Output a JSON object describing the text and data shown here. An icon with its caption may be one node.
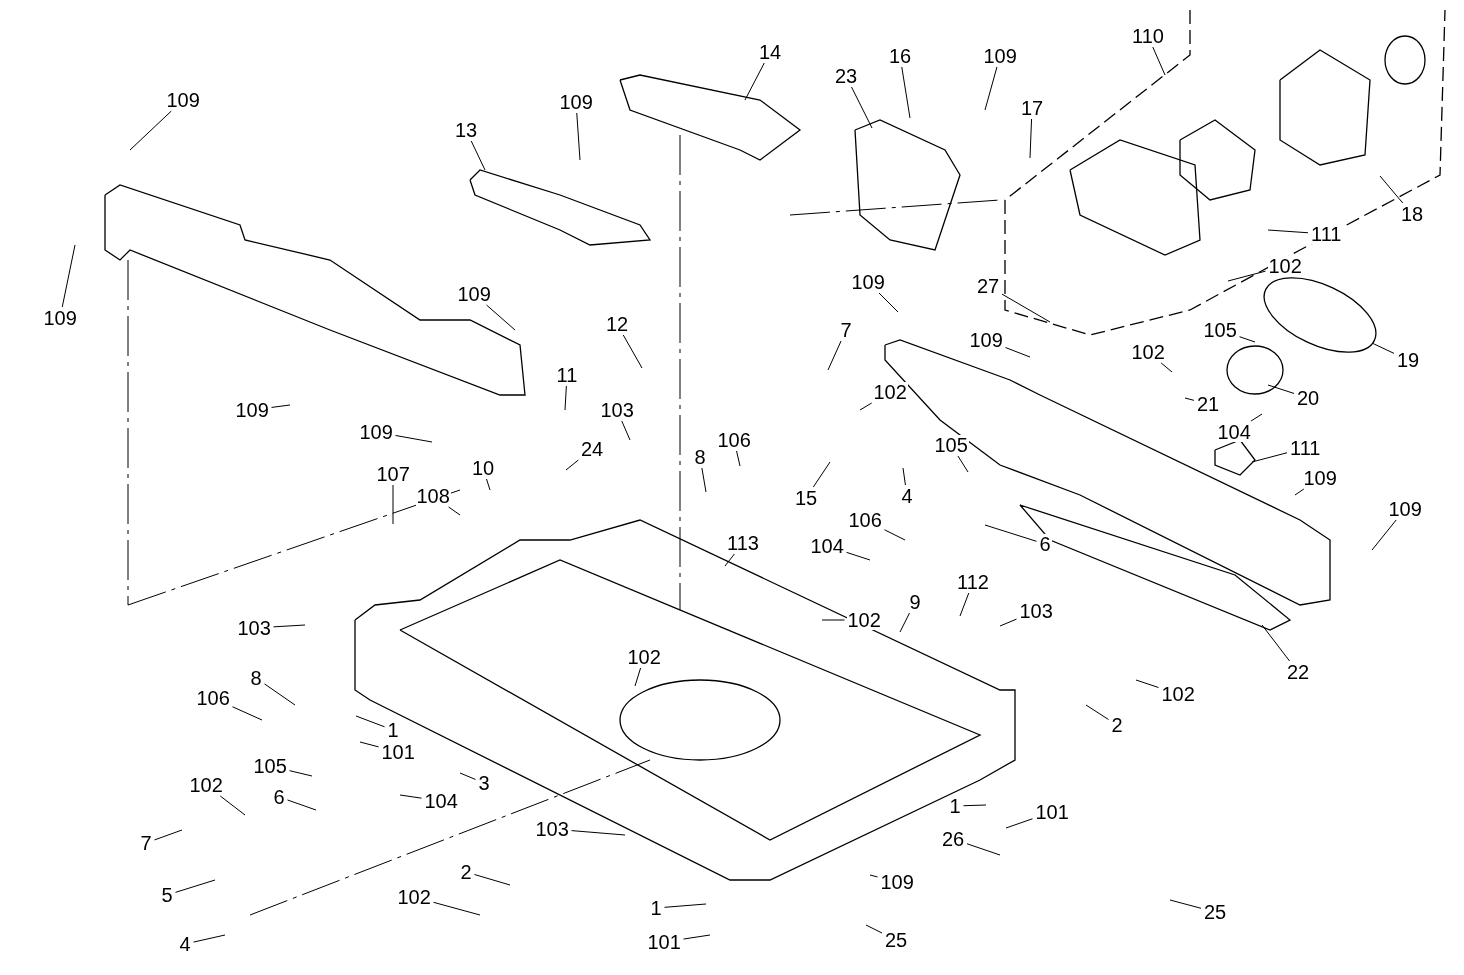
{
  "diagram": {
    "nodes": [
      {
        "text": [
          "109"
        ]
      },
      {
        "text": [
          "109"
        ]
      },
      {
        "text": [
          "13"
        ]
      },
      {
        "text": [
          "109"
        ]
      },
      {
        "text": [
          "14"
        ]
      },
      {
        "text": [
          "23"
        ]
      },
      {
        "text": [
          "16"
        ]
      },
      {
        "text": [
          "109"
        ]
      },
      {
        "text": [
          "17"
        ]
      },
      {
        "text": [
          "110"
        ]
      },
      {
        "text": [
          "18"
        ]
      },
      {
        "text": [
          "111"
        ]
      },
      {
        "text": [
          "102"
        ]
      },
      {
        "text": [
          "19"
        ]
      },
      {
        "text": [
          "105"
        ]
      },
      {
        "text": [
          "20"
        ]
      },
      {
        "text": [
          "102"
        ]
      },
      {
        "text": [
          "21"
        ]
      },
      {
        "text": [
          "104"
        ]
      },
      {
        "text": [
          "111"
        ]
      },
      {
        "text": [
          "109"
        ]
      },
      {
        "text": [
          "109"
        ]
      },
      {
        "text": [
          "22"
        ]
      },
      {
        "text": [
          "27"
        ]
      },
      {
        "text": [
          "109"
        ]
      },
      {
        "text": [
          "109"
        ]
      },
      {
        "text": [
          "7"
        ]
      },
      {
        "text": [
          "102"
        ]
      },
      {
        "text": [
          "105"
        ]
      },
      {
        "text": [
          "4"
        ]
      },
      {
        "text": [
          "15"
        ]
      },
      {
        "text": [
          "106"
        ]
      },
      {
        "text": [
          "6"
        ]
      },
      {
        "text": [
          "104"
        ]
      },
      {
        "text": [
          "113"
        ]
      },
      {
        "text": [
          "106"
        ]
      },
      {
        "text": [
          "8"
        ]
      },
      {
        "text": [
          "103"
        ]
      },
      {
        "text": [
          "12"
        ]
      },
      {
        "text": [
          "11"
        ]
      },
      {
        "text": [
          "24"
        ]
      },
      {
        "text": [
          "10"
        ]
      },
      {
        "text": [
          "108"
        ]
      },
      {
        "text": [
          "107"
        ]
      },
      {
        "text": [
          "109"
        ]
      },
      {
        "text": [
          "109"
        ]
      },
      {
        "text": [
          "109"
        ]
      },
      {
        "text": [
          "103"
        ]
      },
      {
        "text": [
          "8"
        ]
      },
      {
        "text": [
          "106"
        ]
      },
      {
        "text": [
          "1"
        ]
      },
      {
        "text": [
          "101"
        ]
      },
      {
        "text": [
          "105"
        ]
      },
      {
        "text": [
          "3"
        ]
      },
      {
        "text": [
          "104"
        ]
      },
      {
        "text": [
          "6"
        ]
      },
      {
        "text": [
          "102"
        ]
      },
      {
        "text": [
          "7"
        ]
      },
      {
        "text": [
          "5"
        ]
      },
      {
        "text": [
          "4"
        ]
      },
      {
        "text": [
          "103"
        ]
      },
      {
        "text": [
          "2"
        ]
      },
      {
        "text": [
          "102"
        ]
      },
      {
        "text": [
          "1"
        ]
      },
      {
        "text": [
          "101"
        ]
      },
      {
        "text": [
          "25"
        ]
      },
      {
        "text": [
          "109"
        ]
      },
      {
        "text": [
          "102"
        ]
      },
      {
        "text": [
          "102"
        ]
      },
      {
        "text": [
          "9"
        ]
      },
      {
        "text": [
          "112"
        ]
      },
      {
        "text": [
          "103"
        ]
      },
      {
        "text": [
          "102"
        ]
      },
      {
        "text": [
          "2"
        ]
      },
      {
        "text": [
          "1"
        ]
      },
      {
        "text": [
          "101"
        ]
      },
      {
        "text": [
          "26"
        ]
      },
      {
        "text": [
          "25"
        ]
      }
    ],
    "edges": [
      {
        "from": 0,
        "to": null,
        "arrow": "none"
      },
      {
        "from": 1,
        "to": null,
        "arrow": "none"
      },
      {
        "from": 2,
        "to": null,
        "arrow": "none"
      },
      {
        "from": 3,
        "to": null,
        "arrow": "none"
      },
      {
        "from": 4,
        "to": null,
        "arrow": "none"
      },
      {
        "from": 5,
        "to": null,
        "arrow": "none"
      },
      {
        "from": 6,
        "to": null,
        "arrow": "none"
      },
      {
        "from": 7,
        "to": null,
        "arrow": "none"
      },
      {
        "from": 8,
        "to": null,
        "arrow": "none"
      },
      {
        "from": 9,
        "to": null,
        "arrow": "none"
      },
      {
        "from": 10,
        "to": null,
        "arrow": "none"
      },
      {
        "from": 11,
        "to": null,
        "arrow": "none"
      },
      {
        "from": 12,
        "to": null,
        "arrow": "none"
      },
      {
        "from": 13,
        "to": null,
        "arrow": "none"
      },
      {
        "from": 14,
        "to": null,
        "arrow": "none"
      },
      {
        "from": 15,
        "to": null,
        "arrow": "none"
      },
      {
        "from": 16,
        "to": null,
        "arrow": "none"
      },
      {
        "from": 17,
        "to": null,
        "arrow": "none"
      },
      {
        "from": 18,
        "to": null,
        "arrow": "none"
      },
      {
        "from": 19,
        "to": null,
        "arrow": "none"
      },
      {
        "from": 20,
        "to": null,
        "arrow": "none"
      },
      {
        "from": 21,
        "to": null,
        "arrow": "none"
      },
      {
        "from": 22,
        "to": null,
        "arrow": "none"
      },
      {
        "from": 23,
        "to": null,
        "arrow": "none"
      },
      {
        "from": 24,
        "to": null,
        "arrow": "none"
      },
      {
        "from": 25,
        "to": null,
        "arrow": "none"
      },
      {
        "from": 26,
        "to": null,
        "arrow": "none"
      },
      {
        "from": 27,
        "to": null,
        "arrow": "none"
      },
      {
        "from": 28,
        "to": null,
        "arrow": "none"
      },
      {
        "from": 29,
        "to": null,
        "arrow": "none"
      },
      {
        "from": 30,
        "to": null,
        "arrow": "none"
      },
      {
        "from": 31,
        "to": null,
        "arrow": "none"
      },
      {
        "from": 32,
        "to": null,
        "arrow": "none"
      },
      {
        "from": 33,
        "to": null,
        "arrow": "none"
      },
      {
        "from": 34,
        "to": null,
        "arrow": "none"
      },
      {
        "from": 35,
        "to": null,
        "arrow": "none"
      },
      {
        "from": 36,
        "to": null,
        "arrow": "none"
      },
      {
        "from": 37,
        "to": null,
        "arrow": "none"
      },
      {
        "from": 38,
        "to": null,
        "arrow": "none"
      },
      {
        "from": 39,
        "to": null,
        "arrow": "none"
      },
      {
        "from": 40,
        "to": null,
        "arrow": "none"
      },
      {
        "from": 41,
        "to": null,
        "arrow": "none"
      },
      {
        "from": 42,
        "to": null,
        "arrow": "none"
      },
      {
        "from": 43,
        "to": null,
        "arrow": "none"
      },
      {
        "from": 44,
        "to": null,
        "arrow": "none"
      },
      {
        "from": 45,
        "to": null,
        "arrow": "none"
      },
      {
        "from": 46,
        "to": null,
        "arrow": "none"
      },
      {
        "from": 47,
        "to": null,
        "arrow": "none"
      },
      {
        "from": 48,
        "to": null,
        "arrow": "none"
      },
      {
        "from": 49,
        "to": null,
        "arrow": "none"
      },
      {
        "from": 50,
        "to": null,
        "arrow": "none"
      },
      {
        "from": 51,
        "to": null,
        "arrow": "none"
      },
      {
        "from": 52,
        "to": null,
        "arrow": "none"
      },
      {
        "from": 53,
        "to": null,
        "arrow": "none"
      },
      {
        "from": 54,
        "to": null,
        "arrow": "none"
      },
      {
        "from": 55,
        "to": null,
        "arrow": "none"
      },
      {
        "from": 56,
        "to": null,
        "arrow": "none"
      },
      {
        "from": 57,
        "to": null,
        "arrow": "none"
      },
      {
        "from": 58,
        "to": null,
        "arrow": "none"
      },
      {
        "from": 59,
        "to": null,
        "arrow": "none"
      },
      {
        "from": 60,
        "to": null,
        "arrow": "none"
      },
      {
        "from": 61,
        "to": null,
        "arrow": "none"
      },
      {
        "from": 62,
        "to": null,
        "arrow": "none"
      },
      {
        "from": 63,
        "to": null,
        "arrow": "none"
      },
      {
        "from": 64,
        "to": null,
        "arrow": "none"
      },
      {
        "from": 65,
        "to": null,
        "arrow": "none"
      },
      {
        "from": 66,
        "to": null,
        "arrow": "none"
      },
      {
        "from": 67,
        "to": null,
        "arrow": "none"
      },
      {
        "from": 68,
        "to": null,
        "arrow": "none"
      },
      {
        "from": 69,
        "to": null,
        "arrow": "none"
      },
      {
        "from": 70,
        "to": null,
        "arrow": "none"
      },
      {
        "from": 71,
        "to": null,
        "arrow": "none"
      },
      {
        "from": 72,
        "to": null,
        "arrow": "none"
      },
      {
        "from": 73,
        "to": null,
        "arrow": "none"
      },
      {
        "from": 74,
        "to": null,
        "arrow": "none"
      },
      {
        "from": 75,
        "to": null,
        "arrow": "none"
      },
      {
        "from": 76,
        "to": null,
        "arrow": "none"
      },
      {
        "from": 77,
        "to": null,
        "arrow": "none"
      }
    ]
  }
}
